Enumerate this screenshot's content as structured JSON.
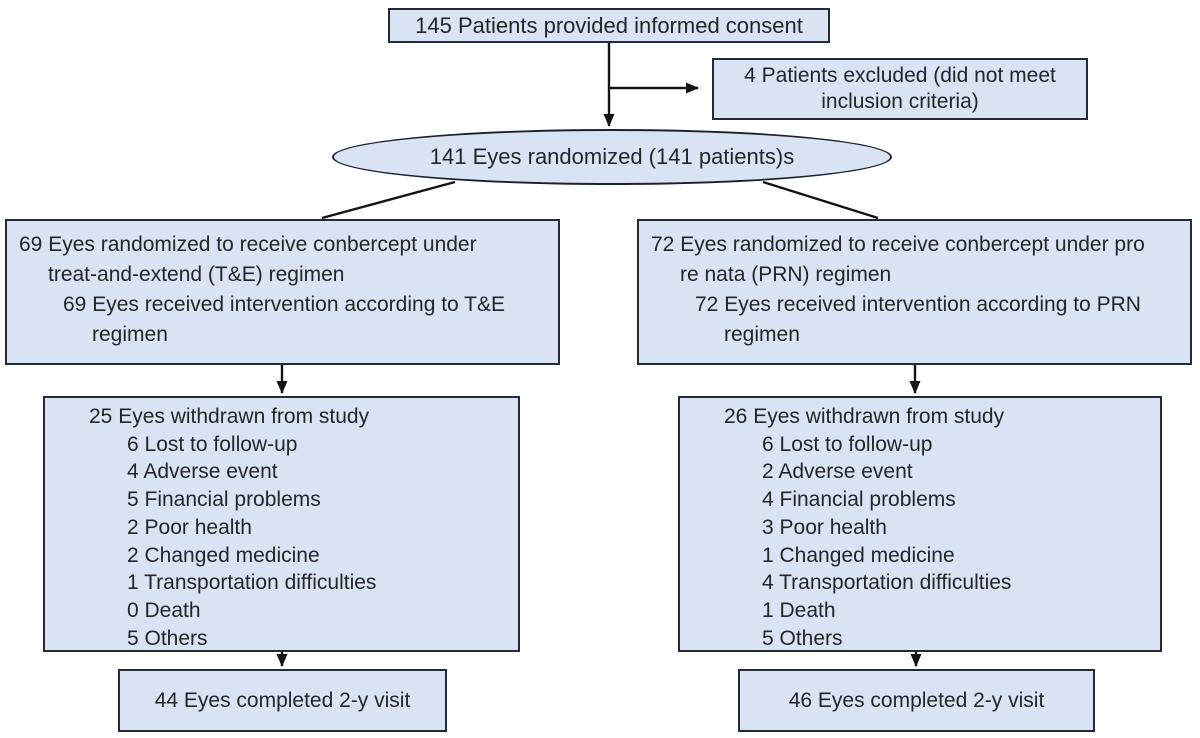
{
  "flow": {
    "consent": "145 Patients provided informed consent",
    "excluded": {
      "line1": "4 Patients excluded (did not meet",
      "line2": "inclusion criteria)"
    },
    "randomized": "141 Eyes randomized (141 patients)s",
    "arm_te": {
      "lines": [
        "69 Eyes randomized to receive conbercept under",
        "treat-and-extend (T&E) regimen",
        "69 Eyes received intervention according to T&E",
        "regimen"
      ]
    },
    "arm_prn": {
      "lines": [
        "72 Eyes randomized to receive conbercept under pro",
        "re nata (PRN) regimen",
        "72 Eyes received intervention according to PRN",
        "regimen"
      ]
    },
    "withdrawn_te": {
      "title": "25 Eyes withdrawn from study",
      "reasons": [
        "6 Lost to follow-up",
        "4 Adverse event",
        "5 Financial problems",
        "2 Poor health",
        "2 Changed medicine",
        "1 Transportation difficulties",
        "0 Death",
        "5 Others"
      ]
    },
    "withdrawn_prn": {
      "title": "26 Eyes withdrawn from study",
      "reasons": [
        "6 Lost to follow-up",
        "2 Adverse event",
        "4 Financial problems",
        "3 Poor health",
        "1 Changed medicine",
        "4 Transportation difficulties",
        "1 Death",
        "5 Others"
      ]
    },
    "completed_te": "44 Eyes completed 2-y visit",
    "completed_prn": "46 Eyes completed 2-y visit",
    "colors": {
      "box_fill": "#dae3f3",
      "box_border": "#232b38",
      "line": "#141414",
      "text": "#262626"
    }
  }
}
